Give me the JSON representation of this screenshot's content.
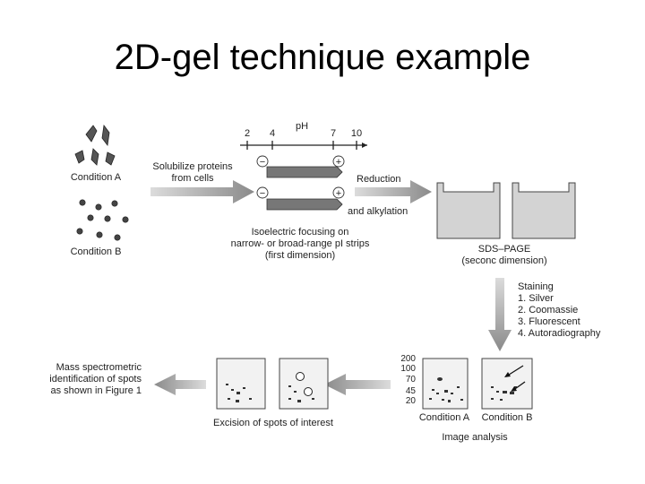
{
  "slide": {
    "title": "2D-gel technique example"
  },
  "conditions": {
    "a_label": "Condition A",
    "b_label": "Condition B"
  },
  "solubilize": {
    "lines": [
      "Solubilize proteins",
      "from cells"
    ]
  },
  "ph_scale": {
    "label": "pH",
    "ticks": [
      "2",
      "4",
      "7",
      "10"
    ],
    "minus": "−",
    "plus": "+"
  },
  "ief": {
    "lines": [
      "Isoelectric focusing on",
      "narrow- or broad-range pI strips",
      "(first dimension)"
    ]
  },
  "reduction": {
    "line1": "Reduction",
    "line2": "and alkylation"
  },
  "sds_page": {
    "lines": [
      "SDS–PAGE",
      "(seconc dimension)"
    ]
  },
  "staining": {
    "lines": [
      "Staining",
      "1. Silver",
      "2. Coomassie",
      "3. Fluorescent",
      "4. Autoradiography"
    ]
  },
  "mw_axis": {
    "ticks": [
      "200",
      "100",
      "70",
      "45",
      "20"
    ]
  },
  "image_analysis": {
    "cond_a": "Condition A",
    "cond_b": "Condition B",
    "caption": "Image analysis"
  },
  "excision": {
    "caption": "Excision of spots of interest"
  },
  "mass_spec": {
    "lines": [
      "Mass spectrometric",
      "identification of spots",
      "as shown in Figure 1"
    ]
  }
}
